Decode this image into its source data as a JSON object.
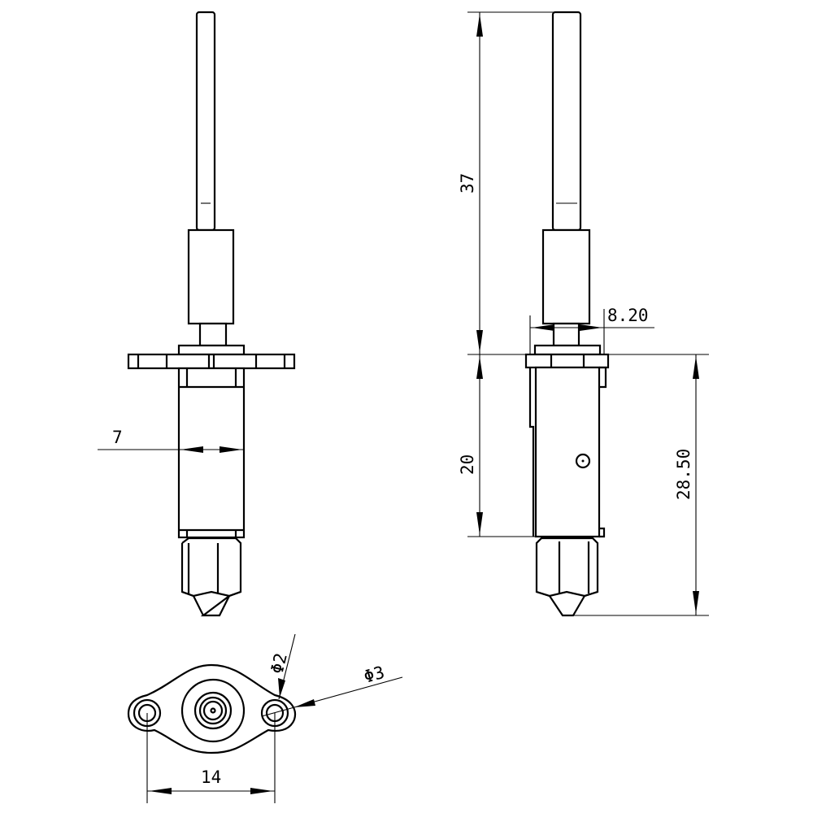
{
  "colors": {
    "line": "#000000",
    "background": "#ffffff"
  },
  "dimensions": {
    "left_view_width": "7",
    "total_upper_length": "37",
    "neck_width": "8.20",
    "body_length": "20",
    "lower_length": "28.50",
    "small_hole_diameter": "Φ2",
    "large_hole_diameter": "Φ3",
    "hole_spacing": "14"
  }
}
